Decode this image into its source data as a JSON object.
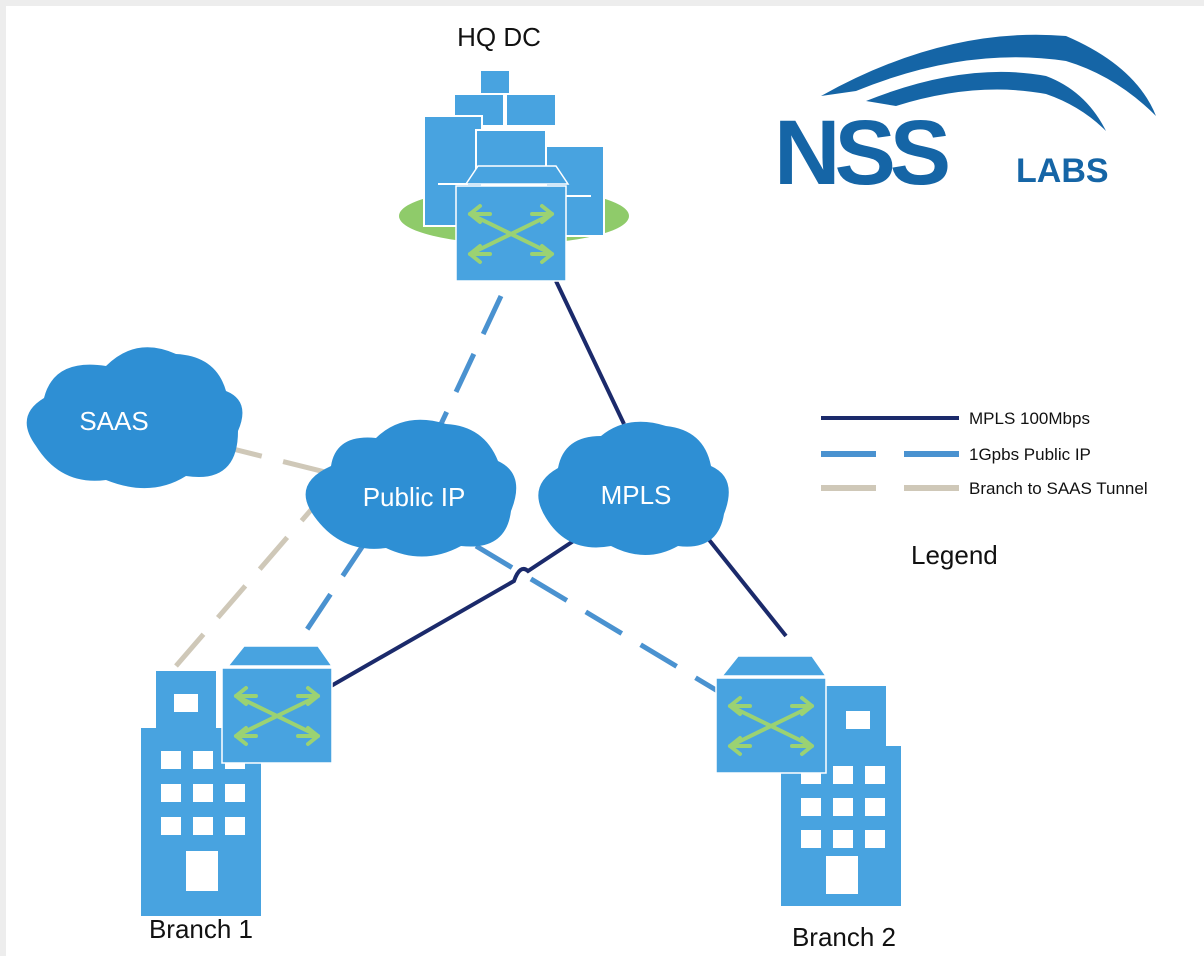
{
  "diagram": {
    "nodes": {
      "hq": {
        "label": "HQ DC"
      },
      "branch1": {
        "label": "Branch 1"
      },
      "branch2": {
        "label": "Branch 2"
      },
      "saas": {
        "label": "SAAS"
      },
      "public_ip": {
        "label": "Public IP"
      },
      "mpls": {
        "label": "MPLS"
      }
    },
    "links": [
      {
        "from": "hq",
        "to": "public_ip",
        "type": "public_ip"
      },
      {
        "from": "hq",
        "to": "mpls",
        "type": "mpls"
      },
      {
        "from": "saas",
        "to": "public_ip",
        "type": "saas_tunnel"
      },
      {
        "from": "public_ip",
        "to": "branch1",
        "type": "public_ip"
      },
      {
        "from": "public_ip",
        "to": "branch2",
        "type": "public_ip"
      },
      {
        "from": "mpls",
        "to": "branch1",
        "type": "mpls"
      },
      {
        "from": "mpls",
        "to": "branch2",
        "type": "mpls"
      },
      {
        "from": "branch1",
        "to": "saas",
        "type": "saas_tunnel"
      }
    ]
  },
  "legend": {
    "title": "Legend",
    "items": [
      {
        "key": "mpls",
        "label": "MPLS 100Mbps",
        "color": "#1b2a6b",
        "style": "solid"
      },
      {
        "key": "public_ip",
        "label": "1Gpbs Public IP",
        "color": "#4a92d0",
        "style": "dashed"
      },
      {
        "key": "saas_tunnel",
        "label": "Branch to SAAS Tunnel",
        "color": "#cfc8b8",
        "style": "dashed"
      }
    ]
  },
  "logo": {
    "text": "NSS",
    "subtext": "LABS",
    "color": "#1565a6"
  },
  "colors": {
    "icon_blue": "#2e8fd4",
    "icon_light": "#48a3e0",
    "arrow_green": "#9bd273",
    "ellipse_green": "#8fcb6a",
    "mpls_line": "#1b2a6b",
    "public_line": "#4a92d0",
    "saas_line": "#cfc8b8"
  }
}
